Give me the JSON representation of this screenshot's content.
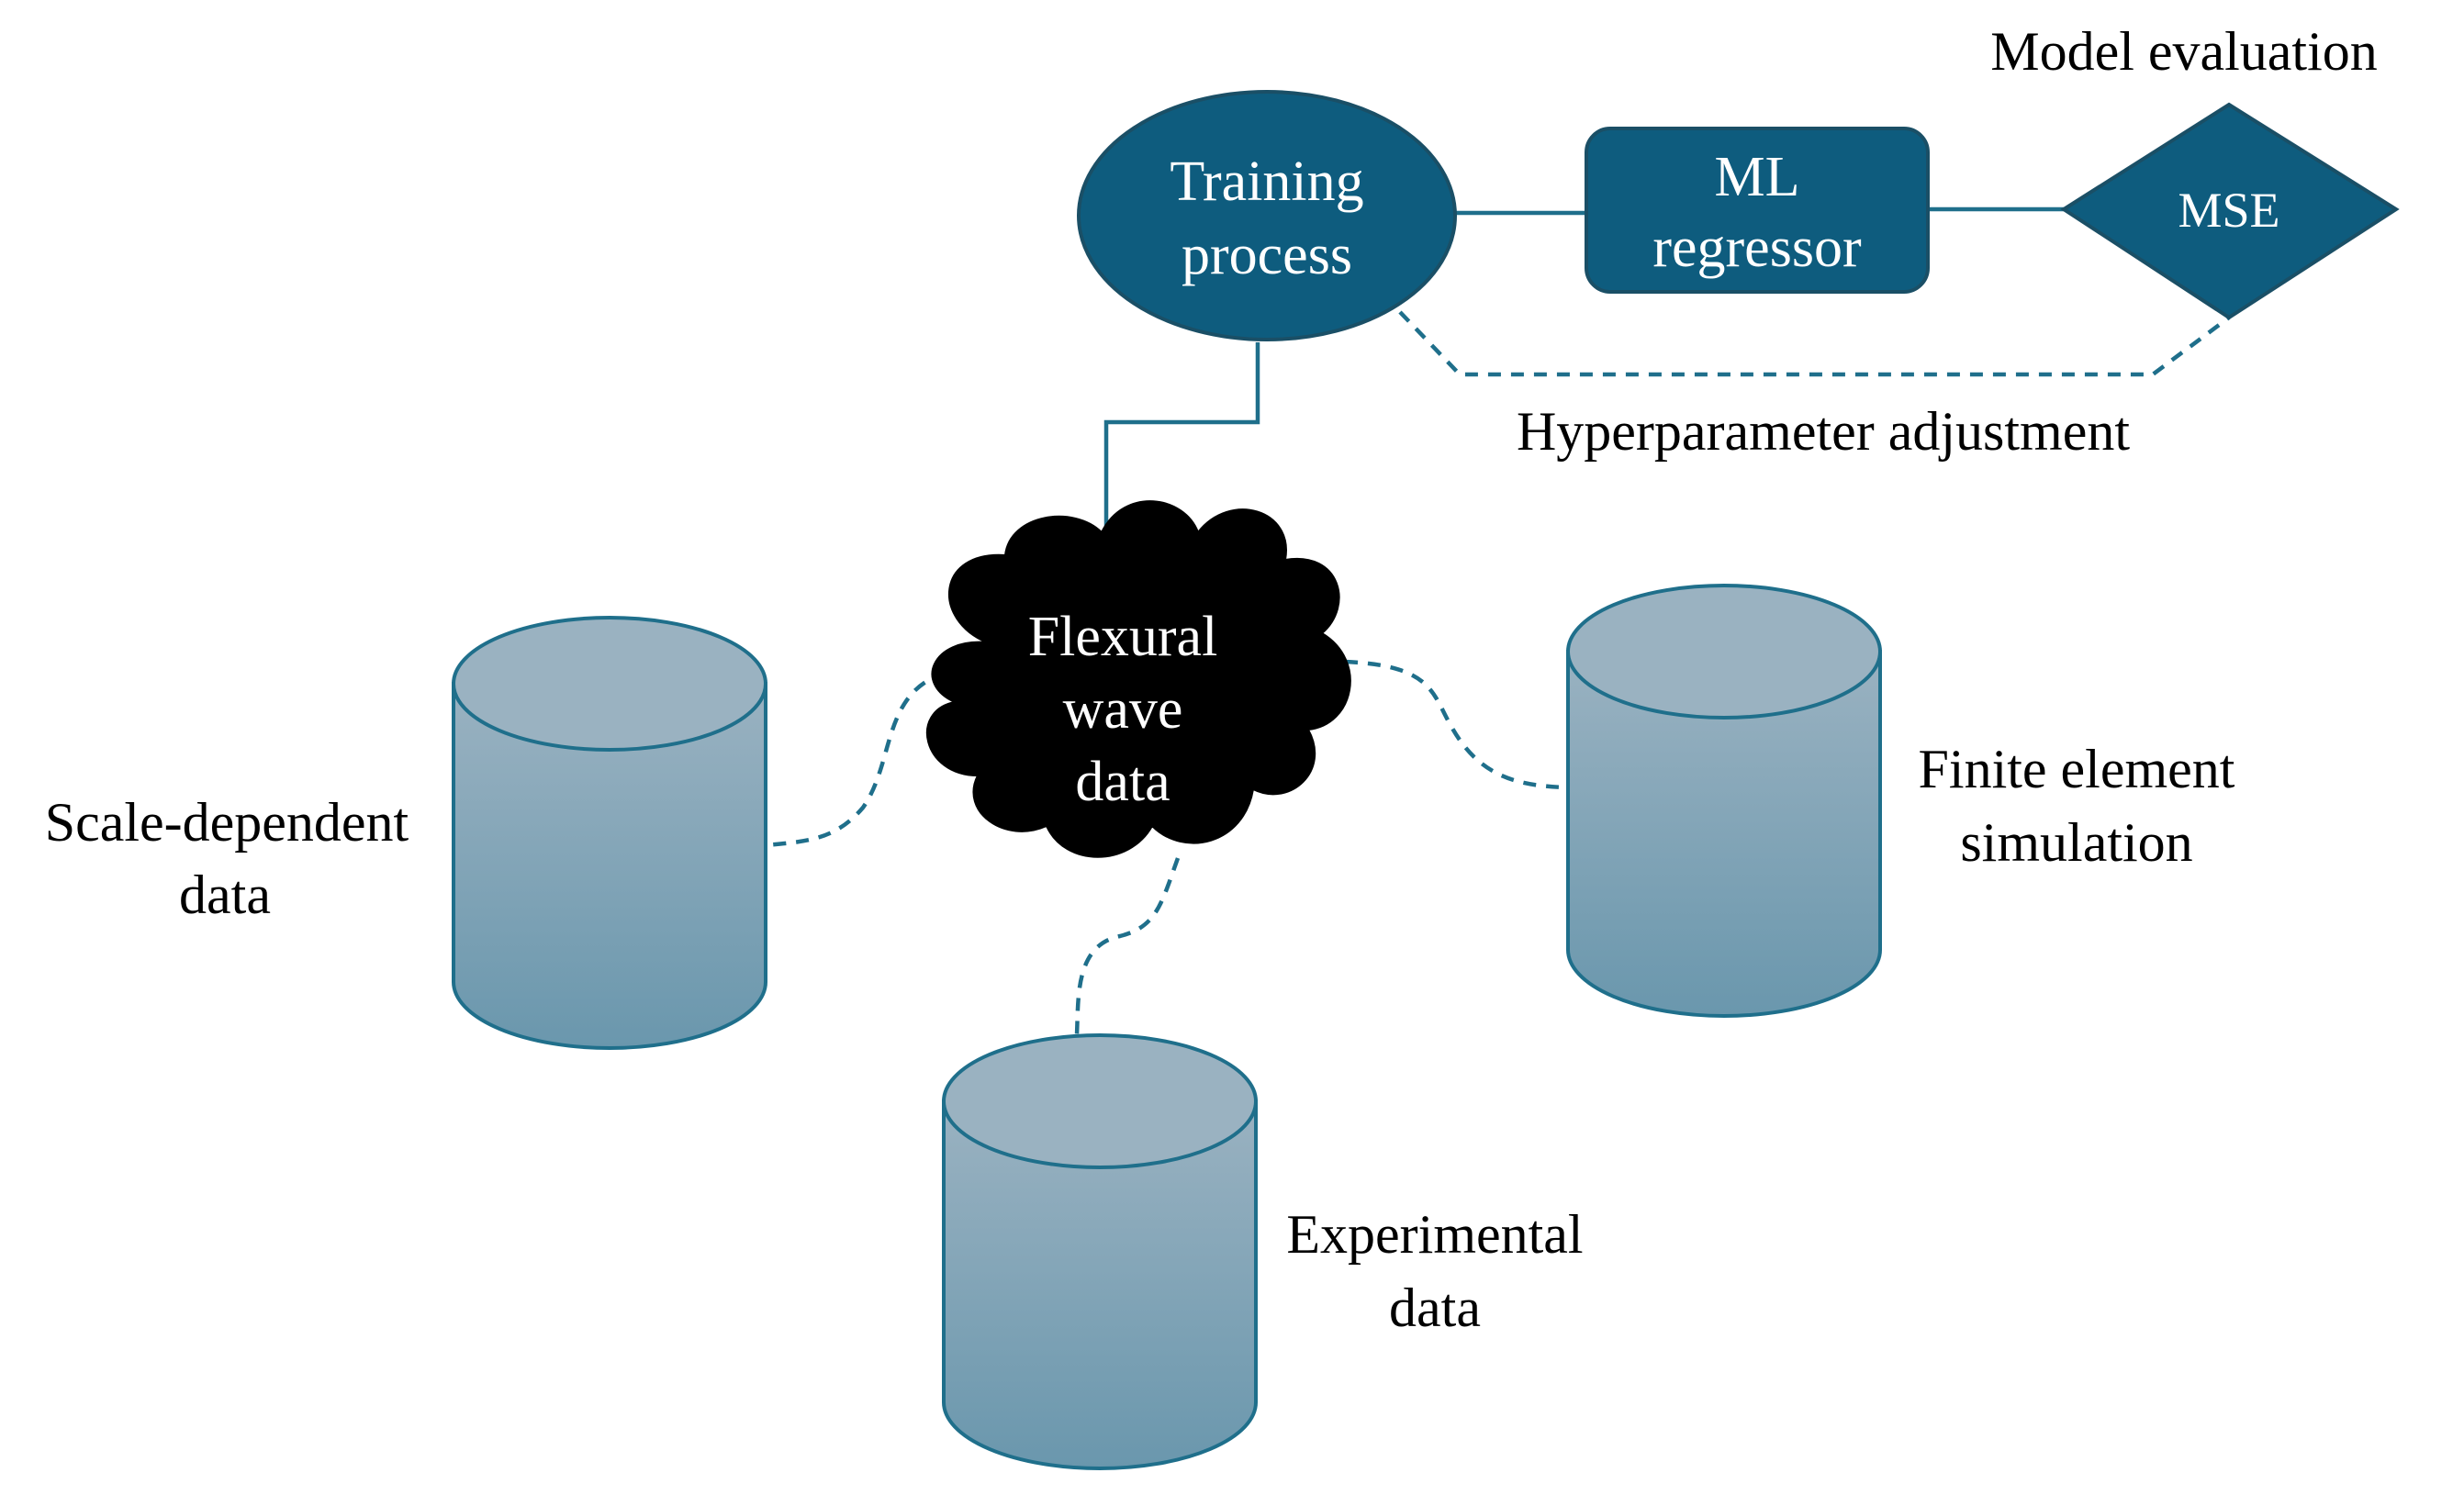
{
  "nodes": {
    "training_process": [
      "Training",
      "process"
    ],
    "ml_regressor": [
      "ML",
      "regressor"
    ],
    "mse": "MSE",
    "flexural_wave_data": [
      "Flexural",
      "wave",
      "data"
    ]
  },
  "labels": {
    "model_evaluation": "Model evaluation",
    "hyperparameter_adjustment": "Hyperparameter adjustment",
    "scale_dependent": [
      "Scale-dependent",
      "data"
    ],
    "finite_element": [
      "Finite element",
      "simulation"
    ],
    "experimental": [
      "Experimental",
      "data"
    ]
  },
  "colors": {
    "node_fill": "#0e5c7e",
    "connector": "#1f6f8b",
    "cloud_fill": "#000000",
    "cylinder_top": "#9ab2c1",
    "cylinder_bottom": "#6a97ad"
  }
}
